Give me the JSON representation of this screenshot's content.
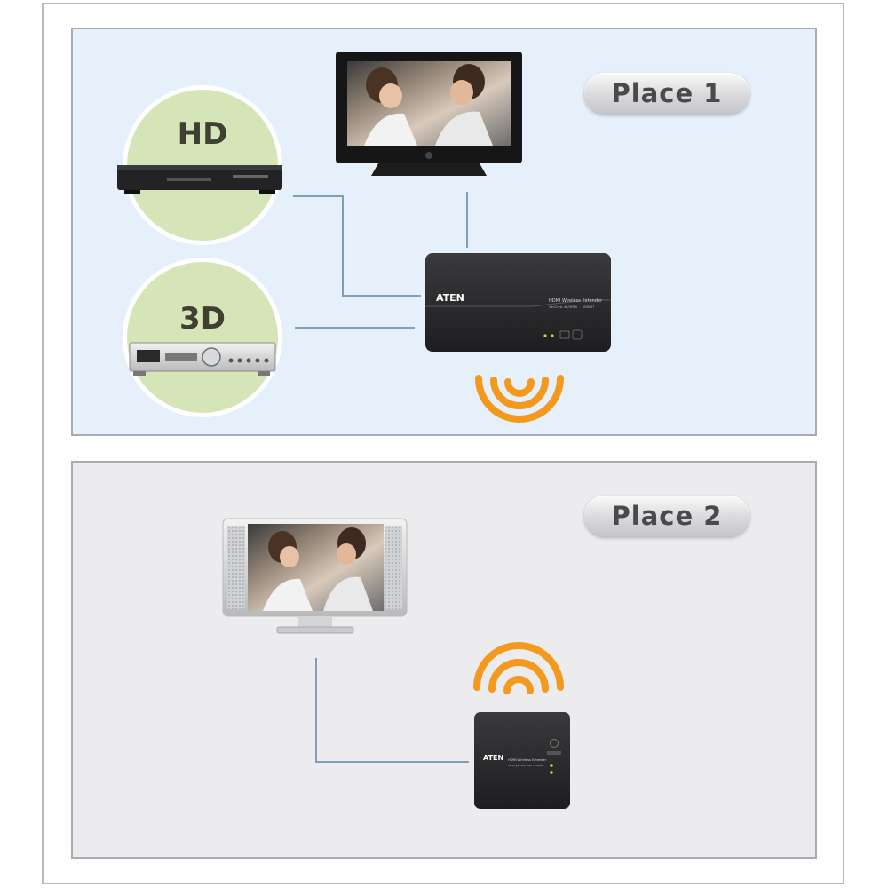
{
  "place1": {
    "label": "Place 1"
  },
  "place2": {
    "label": "Place 2"
  },
  "sources": [
    {
      "label": "HD",
      "device": "blu-ray player"
    },
    {
      "label": "3D",
      "device": "av receiver"
    }
  ],
  "transmitter": {
    "brand": "ATEN",
    "model_line": "HDMI Wireless Extender",
    "sub_line": "VanCryst 4K/HDMI",
    "model_code": "VE809T"
  },
  "receiver": {
    "brand": "ATEN",
    "model_line": "HDMI Wireless Extender",
    "sub_line": "VanCryst 4K/HDMI",
    "model_code": "VE809R"
  },
  "colors": {
    "panel1_bg": "#e6f0fa",
    "panel2_bg": "#ececee",
    "circle_green": "#d6e5b8",
    "wifi_orange": "#f39a1e",
    "cable": "#7f9fb5",
    "device_black": "#2b2b2d"
  },
  "icons": [
    "wifi-signal-icon",
    "tv-icon",
    "monitor-icon"
  ]
}
